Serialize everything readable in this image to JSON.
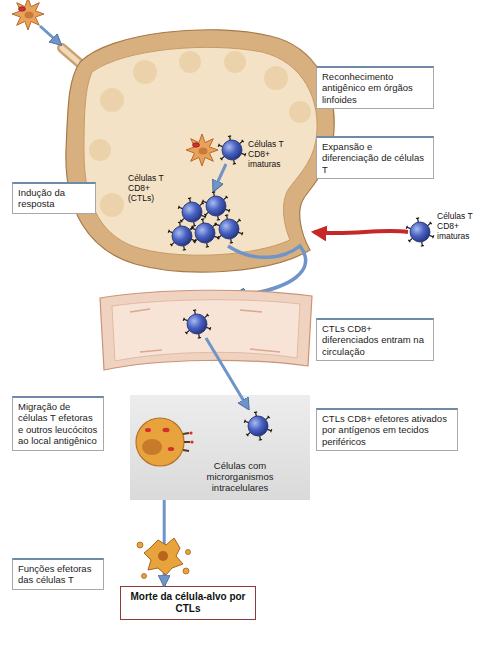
{
  "diagram": {
    "nodes": [
      {
        "text": [
          "Reconhecimento antigênico em órgãos linfoides"
        ]
      },
      {
        "text": [
          "Indução da resposta"
        ]
      },
      {
        "text": [
          "Expansão e diferenciação de células T"
        ]
      },
      {
        "text": [
          "CTLs CD8+ diferenciados entram na circulação"
        ]
      },
      {
        "text": [
          "Migração de células T efetoras e outros leucócitos ao local antigênico"
        ]
      },
      {
        "text": [
          "CTLs CD8+ efetores ativados por antígenos em tecidos periféricos"
        ]
      },
      {
        "text": [
          "Células com microrganismos intracelulares"
        ]
      },
      {
        "text": [
          "Funções efetoras das células T"
        ]
      },
      {
        "text": [
          "Morte da célula-alvo por CTLs"
        ]
      }
    ],
    "edges": [
      {
        "from": 6,
        "to": 8,
        "arrow": "to"
      }
    ],
    "labels": [
      "Células T CD8+ imaturas",
      "Células T CD8+ (CTLs)",
      "Células T CD8+ imaturas"
    ]
  }
}
